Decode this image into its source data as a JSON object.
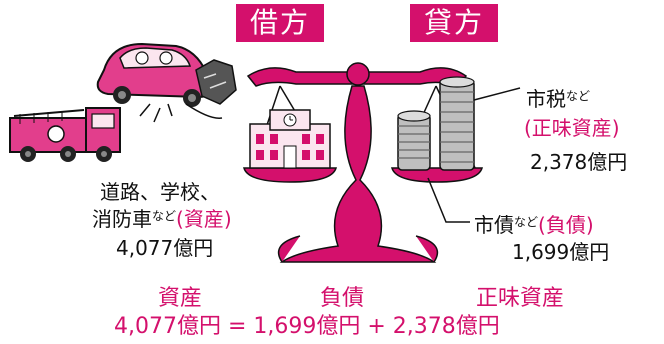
{
  "debit_label": "借方",
  "credit_label": "貸方",
  "assets_block": {
    "line1": "道路、学校、",
    "line2_main": "消防車",
    "line2_small": "など",
    "line2_tag": "(資産)",
    "amount": "4,077億円"
  },
  "tax_block": {
    "title": "市税",
    "title_small": "など",
    "tag": "(正味資産)",
    "amount": "2,378億円"
  },
  "bond_block": {
    "title": "市債",
    "title_small": "など",
    "tag": "(負債)",
    "amount": "1,699億円"
  },
  "equation": {
    "assets_label": "資産",
    "liabilities_label": "負債",
    "equity_label": "正味資産",
    "formula": "4,077億円 = 1,699億円 + 2,378億円"
  },
  "colors": {
    "accent": "#d4106c"
  }
}
